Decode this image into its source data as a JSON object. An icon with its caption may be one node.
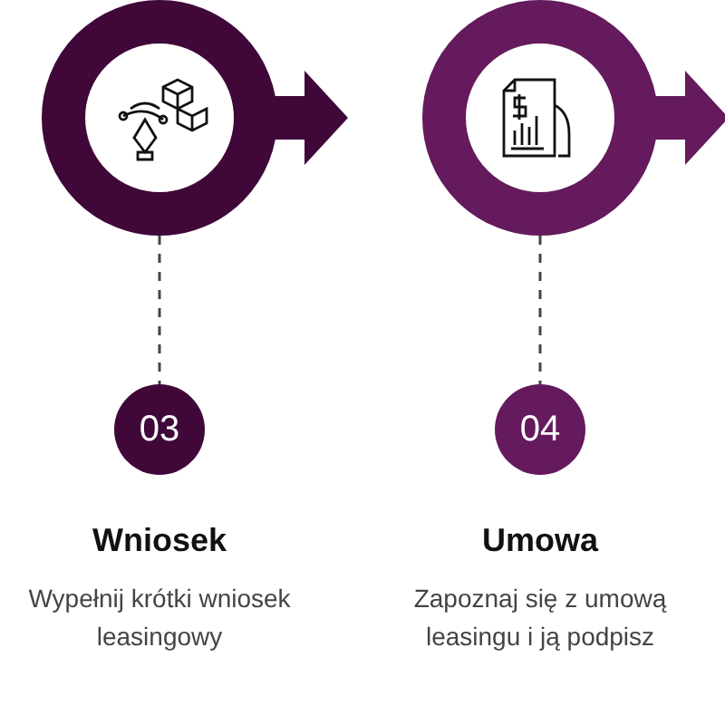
{
  "diagram": {
    "nodes": [
      {
        "text": [],
        "shape": "circle"
      },
      {
        "text": [
          "03"
        ]
      },
      {
        "text": [],
        "shape": "circle"
      },
      {
        "text": [
          "04"
        ]
      }
    ],
    "edges": [
      {
        "from": 0,
        "to": 1,
        "arrow": "none",
        "style": "dashed"
      },
      {
        "from": 2,
        "to": 3,
        "arrow": "none",
        "style": "dashed"
      }
    ],
    "labels": [
      "Wniosek",
      "Wypełnij krótki wniosek leasingowy",
      "Umowa",
      "Zapoznaj się z umową leasingu i ją podpisz"
    ]
  }
}
